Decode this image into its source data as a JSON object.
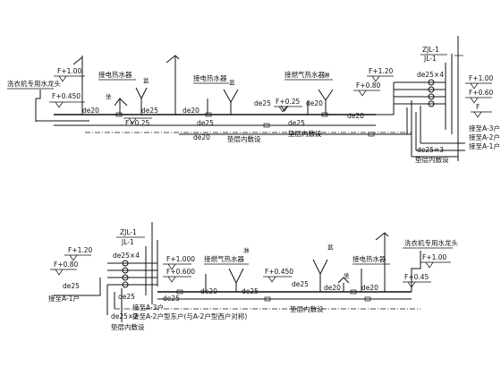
{
  "labels": {
    "washer_faucet": "洗衣机专用水龙头",
    "f_100": "F+1.00",
    "f_0450": "F+0.450",
    "f_025": "F+0.25",
    "f_120": "F+1.20",
    "f_080": "F+0.80",
    "f_060": "F+0.60",
    "f": "F",
    "f_1000": "F+1.000",
    "f_0600": "F+0.600",
    "f_045": "F+0.45",
    "elec_heater": "接电热水器",
    "gas_heater": "接燃气热水器",
    "basin": "盆",
    "shower": "淋",
    "seat": "坐",
    "de20": "de20",
    "de25": "de25",
    "de25x4": "de25×4",
    "de25x3": "de25×3",
    "de25x2": "de25×2",
    "buried": "垫层内敷设",
    "zjl": "ZJL-1",
    "jl": "JL-1",
    "to_a3": "接至A-3户",
    "to_a2": "接至A-2户",
    "to_a1": "接至A-1户",
    "to_a3_full": "接至A-3户",
    "to_a2_east": "接至A-2户型东户(与A-2户型西户对称)"
  }
}
